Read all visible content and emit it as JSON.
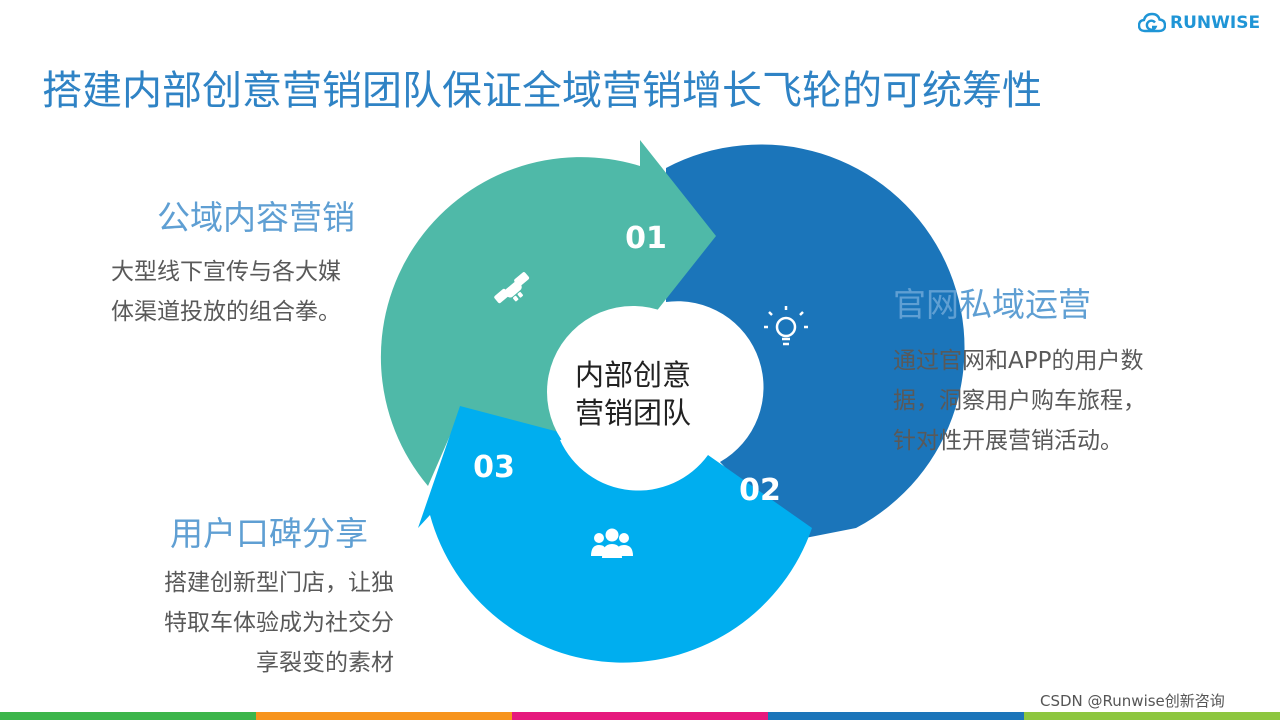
{
  "logo": {
    "text": "RUNWISE",
    "icon": "cloud-g-logo-icon"
  },
  "title": "搭建内部创意营销团队保证全域营销增长飞轮的可统筹性",
  "center": {
    "line1": "内部创意",
    "line2": "营销团队"
  },
  "segments": [
    {
      "number": "01",
      "title": "公域内容营销",
      "desc_lines": [
        "大型线下宣传与各大媒",
        "体渠道投放的组合拳。"
      ],
      "icon": "handshake-icon",
      "color": "#4fb9a8"
    },
    {
      "number": "02",
      "title": "官网私域运营",
      "desc_lines": [
        "通过官网和APP的用户数",
        "据，洞察用户购车旅程，",
        "针对性开展营销活动。"
      ],
      "icon": "lightbulb-icon",
      "color": "#1b75ba"
    },
    {
      "number": "03",
      "title": "用户口碑分享",
      "desc_lines": [
        "搭建创新型门店，让独",
        "特取车体验成为社交分",
        "享裂变的素材"
      ],
      "icon": "users-icon",
      "color": "#00aeef"
    }
  ],
  "bottom_bar_colors": [
    "#3cb54a",
    "#f7941d",
    "#e6197d",
    "#1b75ba",
    "#8dc63f"
  ],
  "watermark": "CSDN @Runwise创新咨询"
}
